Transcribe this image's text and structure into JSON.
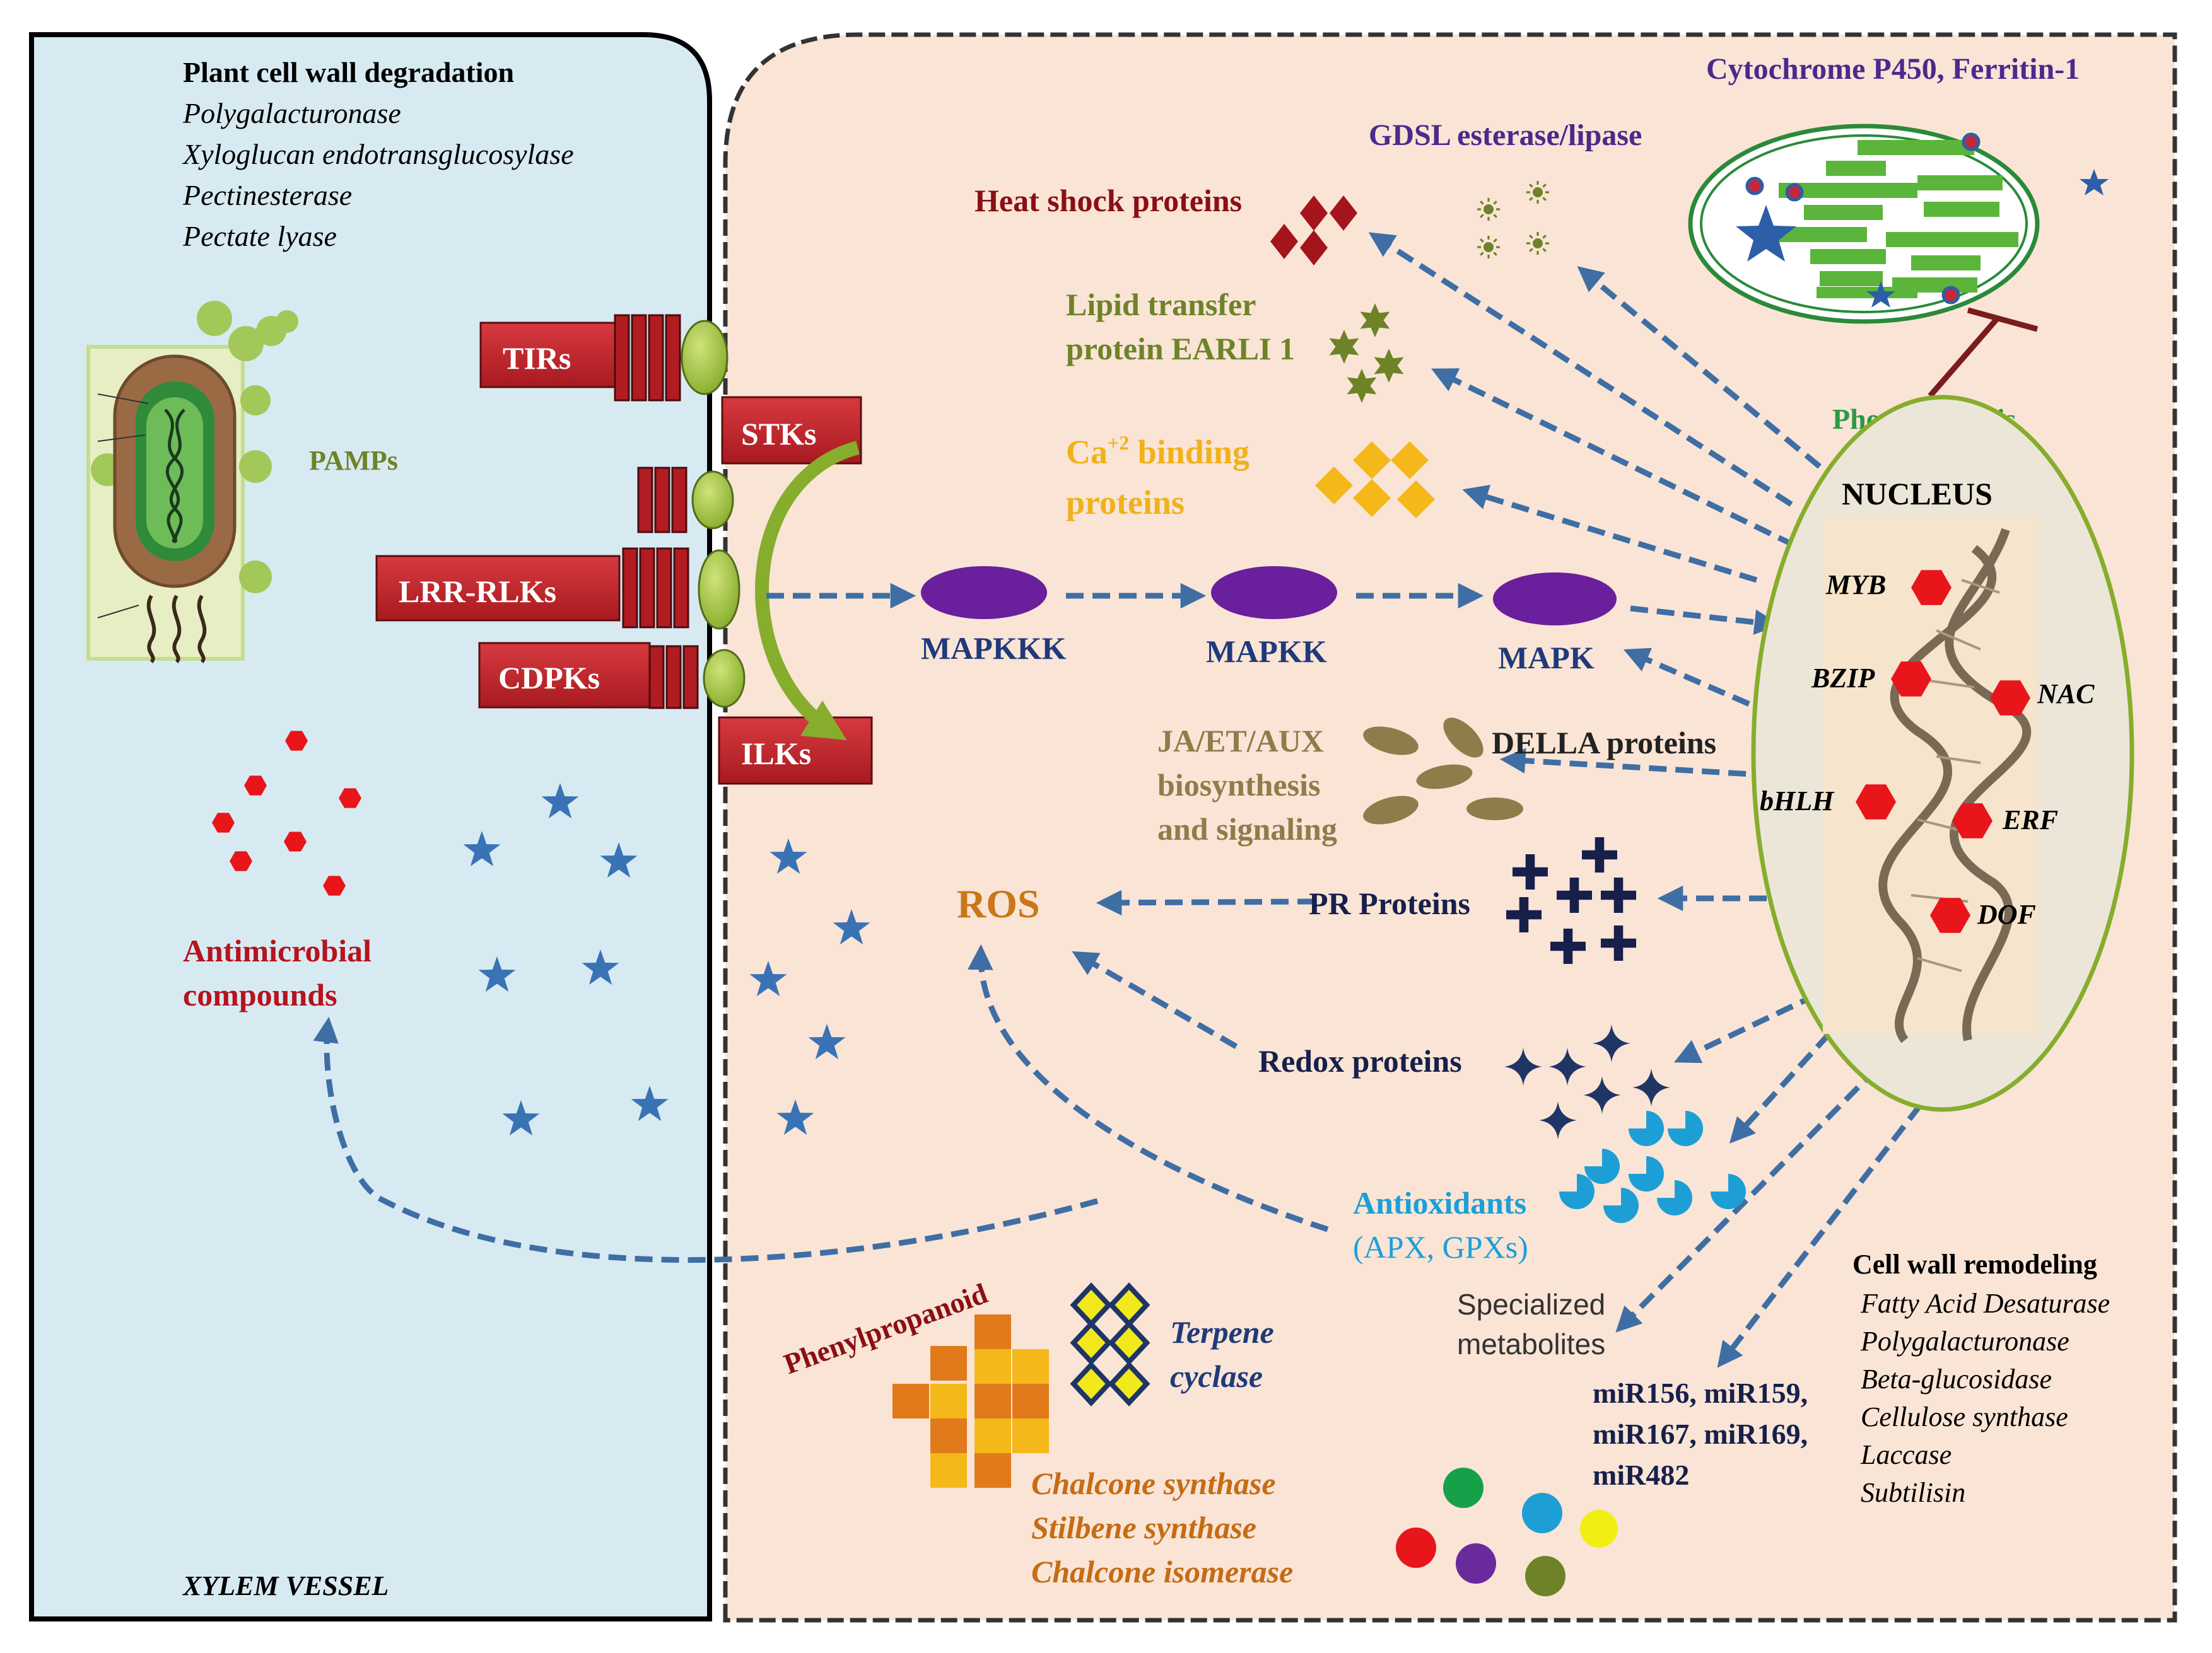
{
  "colors": {
    "xylem_bg": "#d7eaf2",
    "cell_bg": "#f9e4d6",
    "arrow": "#3e6ea4",
    "receptor": "#c0242b",
    "membrane": "#86ad2c",
    "mapk": "#6a1f9c",
    "ros": "#c97718",
    "antioxidant": "#1d9fd6",
    "heat_shock": "#9b1218",
    "lipid": "#6e8327",
    "calcium": "#f0b21a",
    "jasmonate": "#8c7d4a",
    "pr_cross": "#17204b",
    "star_blue": "#3a73b5",
    "chloroplast_green": "#5ab53a",
    "photosynthesis": "#2a9a46"
  },
  "xylem": {
    "cwd_title": "Plant cell wall degradation",
    "cwd_items": [
      "Polygalacturonase",
      "Xyloglucan endotransglucosylase",
      "Pectinesterase",
      "Pectate lyase"
    ],
    "pamps": "PAMPs",
    "antimicrobial_line1": "Antimicrobial",
    "antimicrobial_line2": "compounds",
    "vessel_label": "XYLEM VESSEL"
  },
  "receptors": {
    "tirs": "TIRs",
    "stks": "STKs",
    "lrr": "LRR-RLKs",
    "cdpks": "CDPKs",
    "ilks": "ILKs"
  },
  "cascade": {
    "mapkkk": "MAPKKK",
    "mapkk": "MAPKK",
    "mapk": "MAPK"
  },
  "cell": {
    "cytochrome": "Cytochrome P450, Ferritin-1",
    "gdsl": "GDSL esterase/lipase",
    "heat_shock": "Heat shock proteins",
    "lipid_line1": "Lipid transfer",
    "lipid_line2": "protein EARLI 1",
    "ca_text": "Ca",
    "ca_sup": "+2",
    "ca_rest": " binding",
    "ca_line2": "proteins",
    "photosynthesis": "Photosynthesis",
    "nucleus": "NUCLEUS",
    "ja_line1": "JA/ET/AUX",
    "ja_line2": "biosynthesis",
    "ja_line3": "and signaling",
    "della": "DELLA proteins",
    "ros": "ROS",
    "pr": "PR Proteins",
    "redox": "Redox proteins",
    "antiox_line1": "Antioxidants",
    "antiox_line2": "(APX, GPXs)",
    "specialized_line1": "Specialized",
    "specialized_line2": "metabolites",
    "phenylpropanoid": "Phenylpropanoid",
    "terpene_line1": "Terpene",
    "terpene_line2": "cyclase",
    "enzymes": [
      "Chalcone synthase",
      "Stilbene synthase",
      "Chalcone isomerase"
    ],
    "mirna_lines": [
      "miR156, miR159,",
      "miR167, miR169,",
      "miR482"
    ],
    "cwr_title": "Cell wall remodeling",
    "cwr_items": [
      "Fatty Acid Desaturase",
      "Polygalacturonase",
      "Beta-glucosidase",
      "Cellulose synthase",
      "Laccase",
      "Subtilisin"
    ]
  },
  "transcription_factors": [
    "MYB",
    "BZIP",
    "NAC",
    "bHLH",
    "ERF",
    "DOF"
  ]
}
